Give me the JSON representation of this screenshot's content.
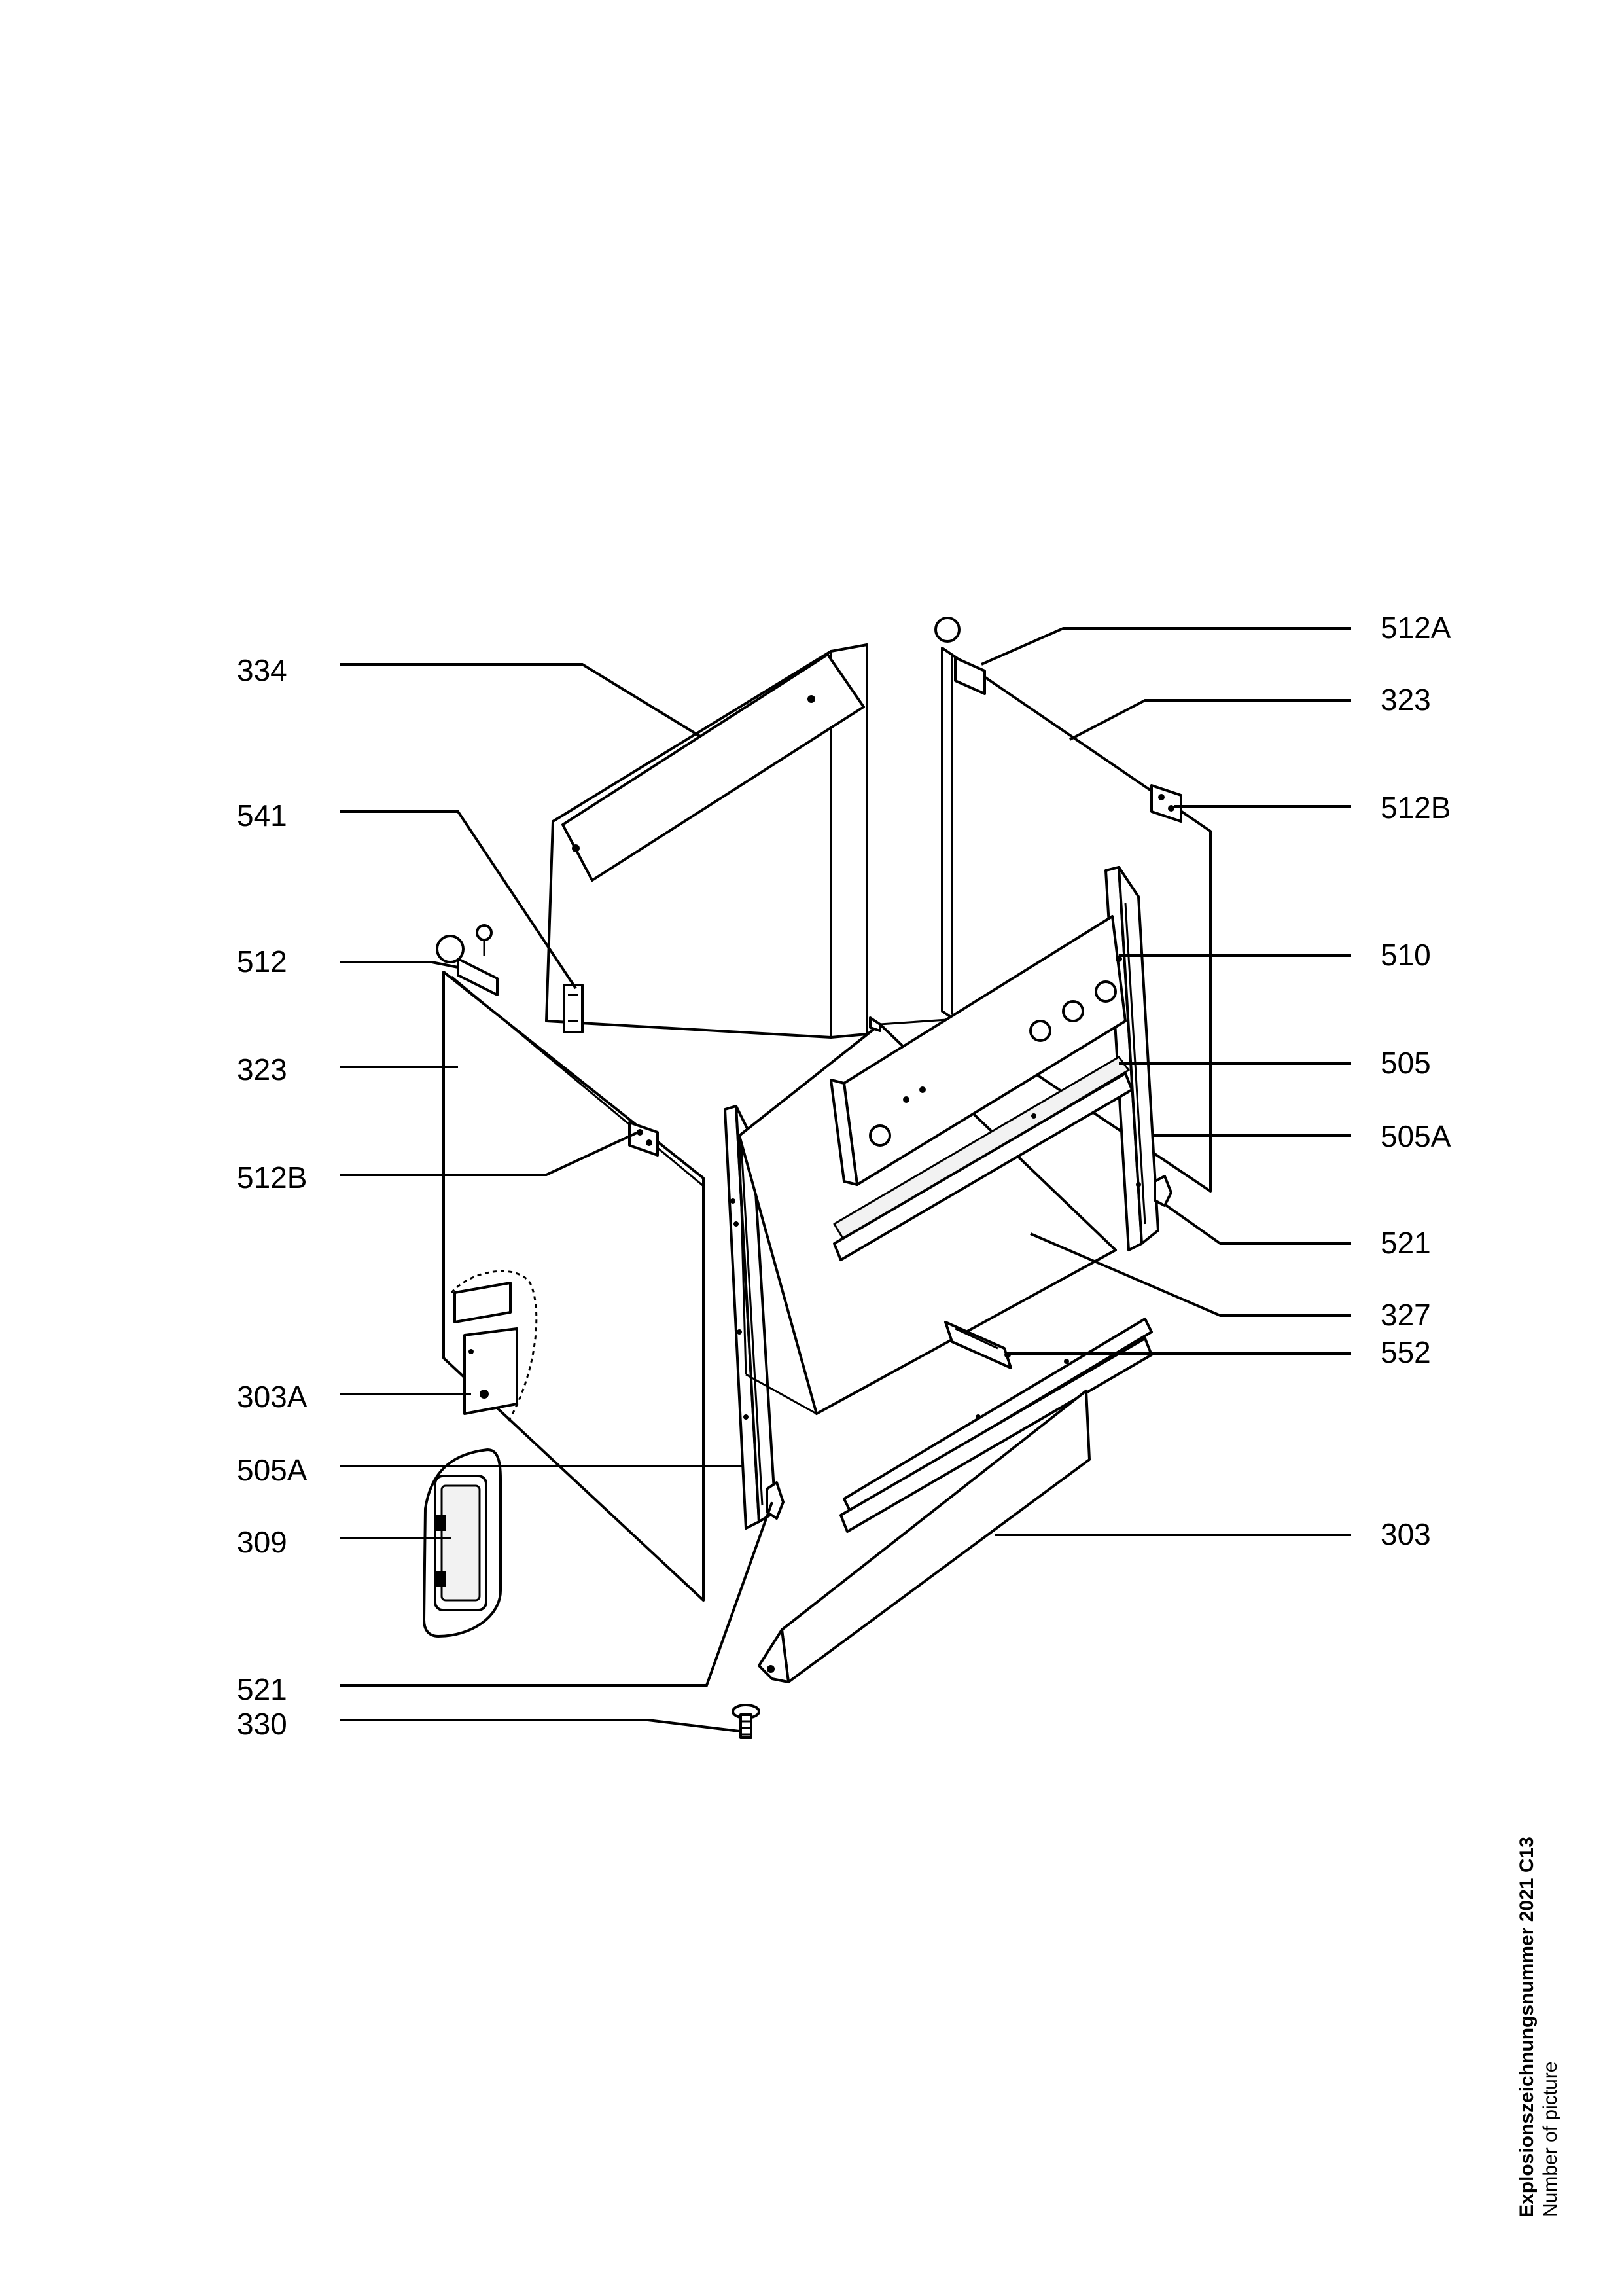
{
  "diagram": {
    "callouts_left": [
      {
        "label": "334"
      },
      {
        "label": "541"
      },
      {
        "label": "512"
      },
      {
        "label": "323"
      },
      {
        "label": "512B"
      },
      {
        "label": "303A"
      },
      {
        "label": "505A"
      },
      {
        "label": "309"
      },
      {
        "label": "521"
      },
      {
        "label": "330"
      }
    ],
    "callouts_right": [
      {
        "label": "512A"
      },
      {
        "label": "323"
      },
      {
        "label": "512B"
      },
      {
        "label": "510"
      },
      {
        "label": "505"
      },
      {
        "label": "505A"
      },
      {
        "label": "521"
      },
      {
        "label": "327"
      },
      {
        "label": "552"
      },
      {
        "label": "303"
      }
    ]
  },
  "caption": {
    "title": "Explosionszeichnungsnummer 2021 C13",
    "subtitle": "Number of picture"
  }
}
